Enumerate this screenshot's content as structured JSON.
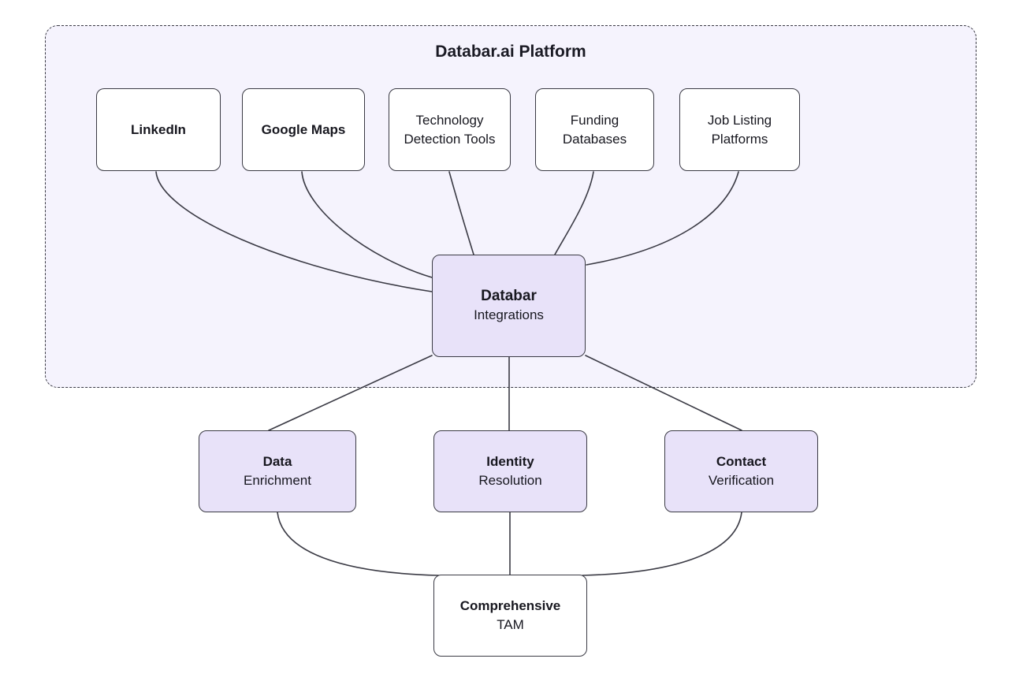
{
  "diagram": {
    "title": "Databar.ai Platform",
    "nodes": {
      "linkedin": {
        "title": "LinkedIn"
      },
      "google_maps": {
        "title": "Google Maps"
      },
      "technology": {
        "title": "Technology",
        "subtitle": "Detection Tools"
      },
      "funding": {
        "title": "Funding",
        "subtitle": "Databases"
      },
      "job_listing": {
        "title": "Job Listing",
        "subtitle": "Platforms"
      },
      "hub": {
        "title": "Databar",
        "subtitle": "Integrations"
      },
      "data_enrichment": {
        "title": "Data",
        "subtitle": "Enrichment"
      },
      "identity_resolution": {
        "title": "Identity",
        "subtitle": "Resolution"
      },
      "contact_verification": {
        "title": "Contact",
        "subtitle": "Verification"
      },
      "tam": {
        "title": "Comprehensive",
        "subtitle": "TAM"
      }
    },
    "edges": [
      "linkedin → hub",
      "google_maps → hub",
      "technology → hub",
      "funding → hub",
      "job_listing → hub",
      "hub → data_enrichment",
      "hub → identity_resolution",
      "hub → contact_verification",
      "data_enrichment → tam",
      "identity_resolution → tam",
      "contact_verification → tam"
    ],
    "colors": {
      "container_fill": "#f5f3fd",
      "node_purple_fill": "#e8e2f9",
      "node_white_fill": "#ffffff",
      "stroke": "#3a3a44",
      "text": "#17171f"
    }
  }
}
